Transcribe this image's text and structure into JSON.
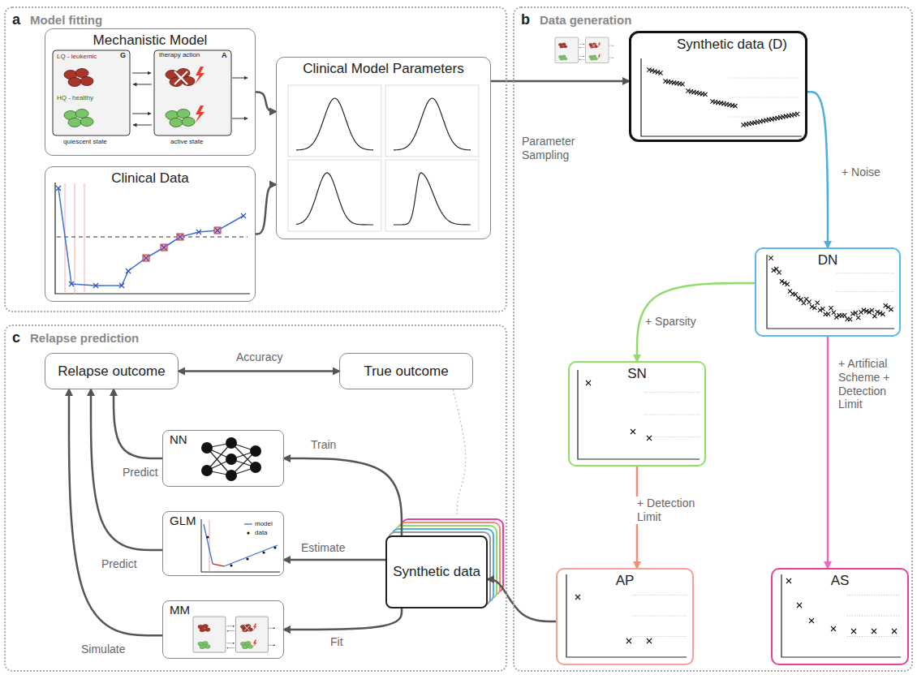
{
  "diagram": {
    "nodes": [
      {
        "text": [
          "a",
          "Model fitting"
        ]
      },
      {
        "text": [
          "Mechanistic Model"
        ],
        "in": 0
      },
      {
        "text": [
          "Clinical Data"
        ],
        "in": 0
      },
      {
        "text": [
          "Clinical Model Parameters"
        ],
        "in": 0
      },
      {
        "text": [
          "b",
          "Data generation"
        ]
      },
      {
        "text": [
          "Synthetic data (D)"
        ],
        "in": 4
      },
      {
        "text": [
          "DN"
        ],
        "in": 4
      },
      {
        "text": [
          "SN"
        ],
        "in": 4
      },
      {
        "text": [
          "AP"
        ],
        "in": 4
      },
      {
        "text": [
          "AS"
        ],
        "in": 4
      },
      {
        "text": [
          "c",
          "Relapse prediction"
        ]
      },
      {
        "text": [
          "Relapse outcome"
        ],
        "in": 10
      },
      {
        "text": [
          "True outcome"
        ],
        "in": 10
      },
      {
        "text": [
          "NN"
        ],
        "in": 10
      },
      {
        "text": [
          "GLM"
        ],
        "in": 10
      },
      {
        "text": [
          "MM"
        ],
        "in": 10
      },
      {
        "text": [
          "Synthetic data"
        ],
        "in": 10
      }
    ],
    "edges": [
      {
        "from": 1,
        "to": 3,
        "arrow": "to"
      },
      {
        "from": 2,
        "to": 3,
        "arrow": "to"
      },
      {
        "from": 3,
        "to": 5,
        "label": "Parameter Sampling",
        "arrow": "to"
      },
      {
        "from": 5,
        "to": 6,
        "label": "+ Noise",
        "arrow": "to"
      },
      {
        "from": 6,
        "to": 7,
        "label": "+ Sparsity",
        "arrow": "to"
      },
      {
        "from": 6,
        "to": 9,
        "label": "+ Artificial Scheme + Detection Limit",
        "arrow": "to"
      },
      {
        "from": 7,
        "to": 8,
        "label": "+ Detection Limit",
        "arrow": "to"
      },
      {
        "from": 8,
        "to": 16,
        "arrow": "to"
      },
      {
        "from": 16,
        "to": 13,
        "label": "Train",
        "arrow": "to"
      },
      {
        "from": 16,
        "to": 14,
        "label": "Estimate",
        "arrow": "to"
      },
      {
        "from": 16,
        "to": 15,
        "label": "Fit",
        "arrow": "to"
      },
      {
        "from": 13,
        "to": 11,
        "label": "Predict",
        "arrow": "to"
      },
      {
        "from": 14,
        "to": 11,
        "label": "Predict",
        "arrow": "to"
      },
      {
        "from": 15,
        "to": 11,
        "label": "Simulate",
        "arrow": "to"
      },
      {
        "from": 11,
        "to": 12,
        "label": "Accuracy",
        "arrow": "both"
      },
      {
        "from": 12,
        "to": 16,
        "arrow": "none"
      }
    ],
    "labels": [
      "G",
      "A",
      "LQ - leukemic",
      "HQ - healthy",
      "quiescent state",
      "active state",
      "therapy action"
    ],
    "legend": [
      {
        "text": "model"
      },
      {
        "text": "data"
      }
    ]
  }
}
